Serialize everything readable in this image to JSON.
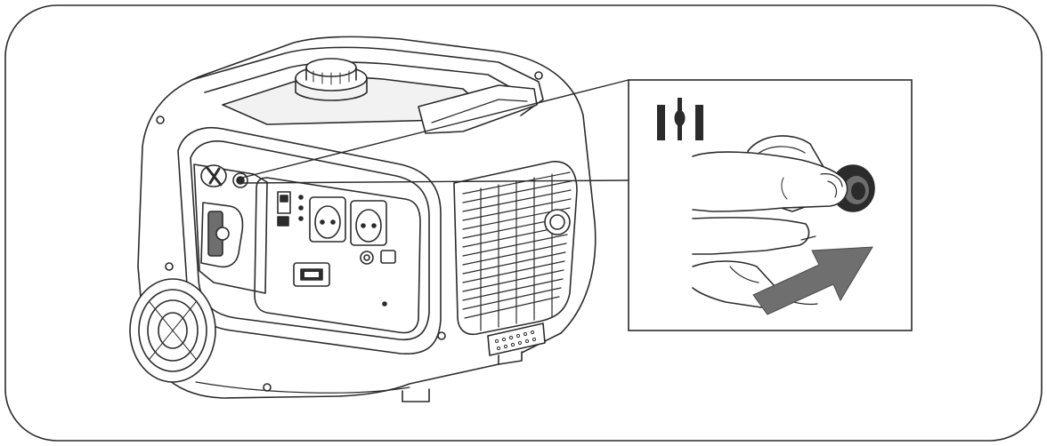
{
  "colors": {
    "line": "#2b2b2b",
    "fill_light": "#f2f2f2",
    "fill_mid": "#d9d9d9",
    "fill_dark": "#6e6e6e",
    "arrow": "#6f6f6f",
    "background": "#ffffff"
  },
  "icons": {
    "generator": "generator-illustration",
    "callout": "callout-zoom",
    "control_symbol": "choke-switch-symbol",
    "hand": "hand-pressing-icon",
    "direction": "push-arrow-icon"
  }
}
